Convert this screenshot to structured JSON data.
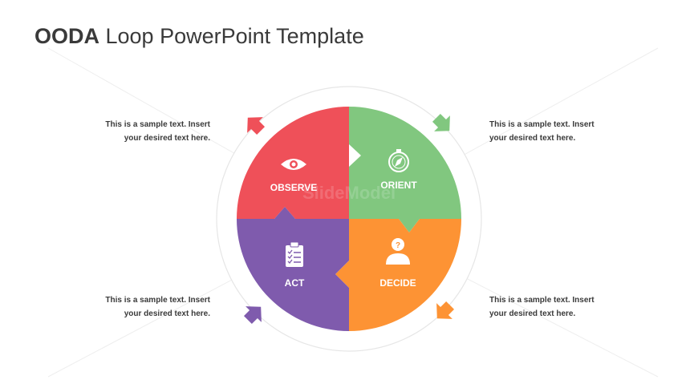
{
  "title": {
    "bold": "OODA",
    "rest": " Loop PowerPoint Template"
  },
  "watermark": "SlideModel",
  "segments": [
    {
      "id": "observe",
      "label": "OBSERVE",
      "color": "#ef5059",
      "icon": "eye-icon"
    },
    {
      "id": "orient",
      "label": "ORIENT",
      "color": "#81c77f",
      "icon": "compass-icon"
    },
    {
      "id": "decide",
      "label": "DECIDE",
      "color": "#fd9334",
      "icon": "person-question-icon"
    },
    {
      "id": "act",
      "label": "ACT",
      "color": "#7f5bad",
      "icon": "clipboard-checklist-icon"
    }
  ],
  "text_blocks": {
    "top_left": {
      "line1": "This is a sample text. Insert",
      "line2": "your desired text here."
    },
    "top_right": {
      "line1": "This is a sample text. Insert",
      "line2": "your desired text here."
    },
    "bottom_left": {
      "line1": "This is a sample text. Insert",
      "line2": "your desired text here."
    },
    "bottom_right": {
      "line1": "This is a sample text. Insert",
      "line2": "your desired text here."
    }
  },
  "arrows": [
    {
      "id": "top-left",
      "color": "#ef5059"
    },
    {
      "id": "top-right",
      "color": "#81c77f"
    },
    {
      "id": "bottom-right",
      "color": "#fd9334"
    },
    {
      "id": "bottom-left",
      "color": "#7f5bad"
    }
  ]
}
